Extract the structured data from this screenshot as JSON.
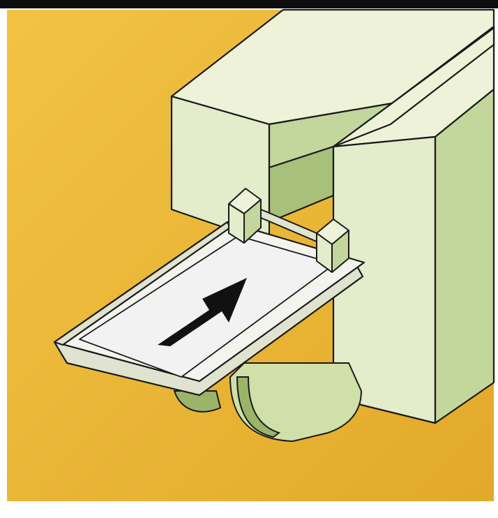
{
  "illustration": {
    "subject": "card-feed-mechanism",
    "parts": [
      "rear-housing",
      "front-housing",
      "card-tray",
      "card",
      "feed-arrow",
      "guide-blocks",
      "feed-roller"
    ]
  },
  "colors": {
    "background": "#f2c343",
    "background_dark": "#e2a92a",
    "frame": "#ffffff",
    "housing_top": "#eef2d8",
    "housing_front": "#e3eccb",
    "housing_side": "#c3d69b",
    "housing_shadow": "#a7c07a",
    "tray_top": "#f4f4ee",
    "tray_edge": "#dfe3d0",
    "card": "#f2f2f2",
    "arrow": "#111111",
    "roller": "#cfe0a8",
    "roller_dark": "#9bb46a",
    "line": "#1a1a1a"
  }
}
